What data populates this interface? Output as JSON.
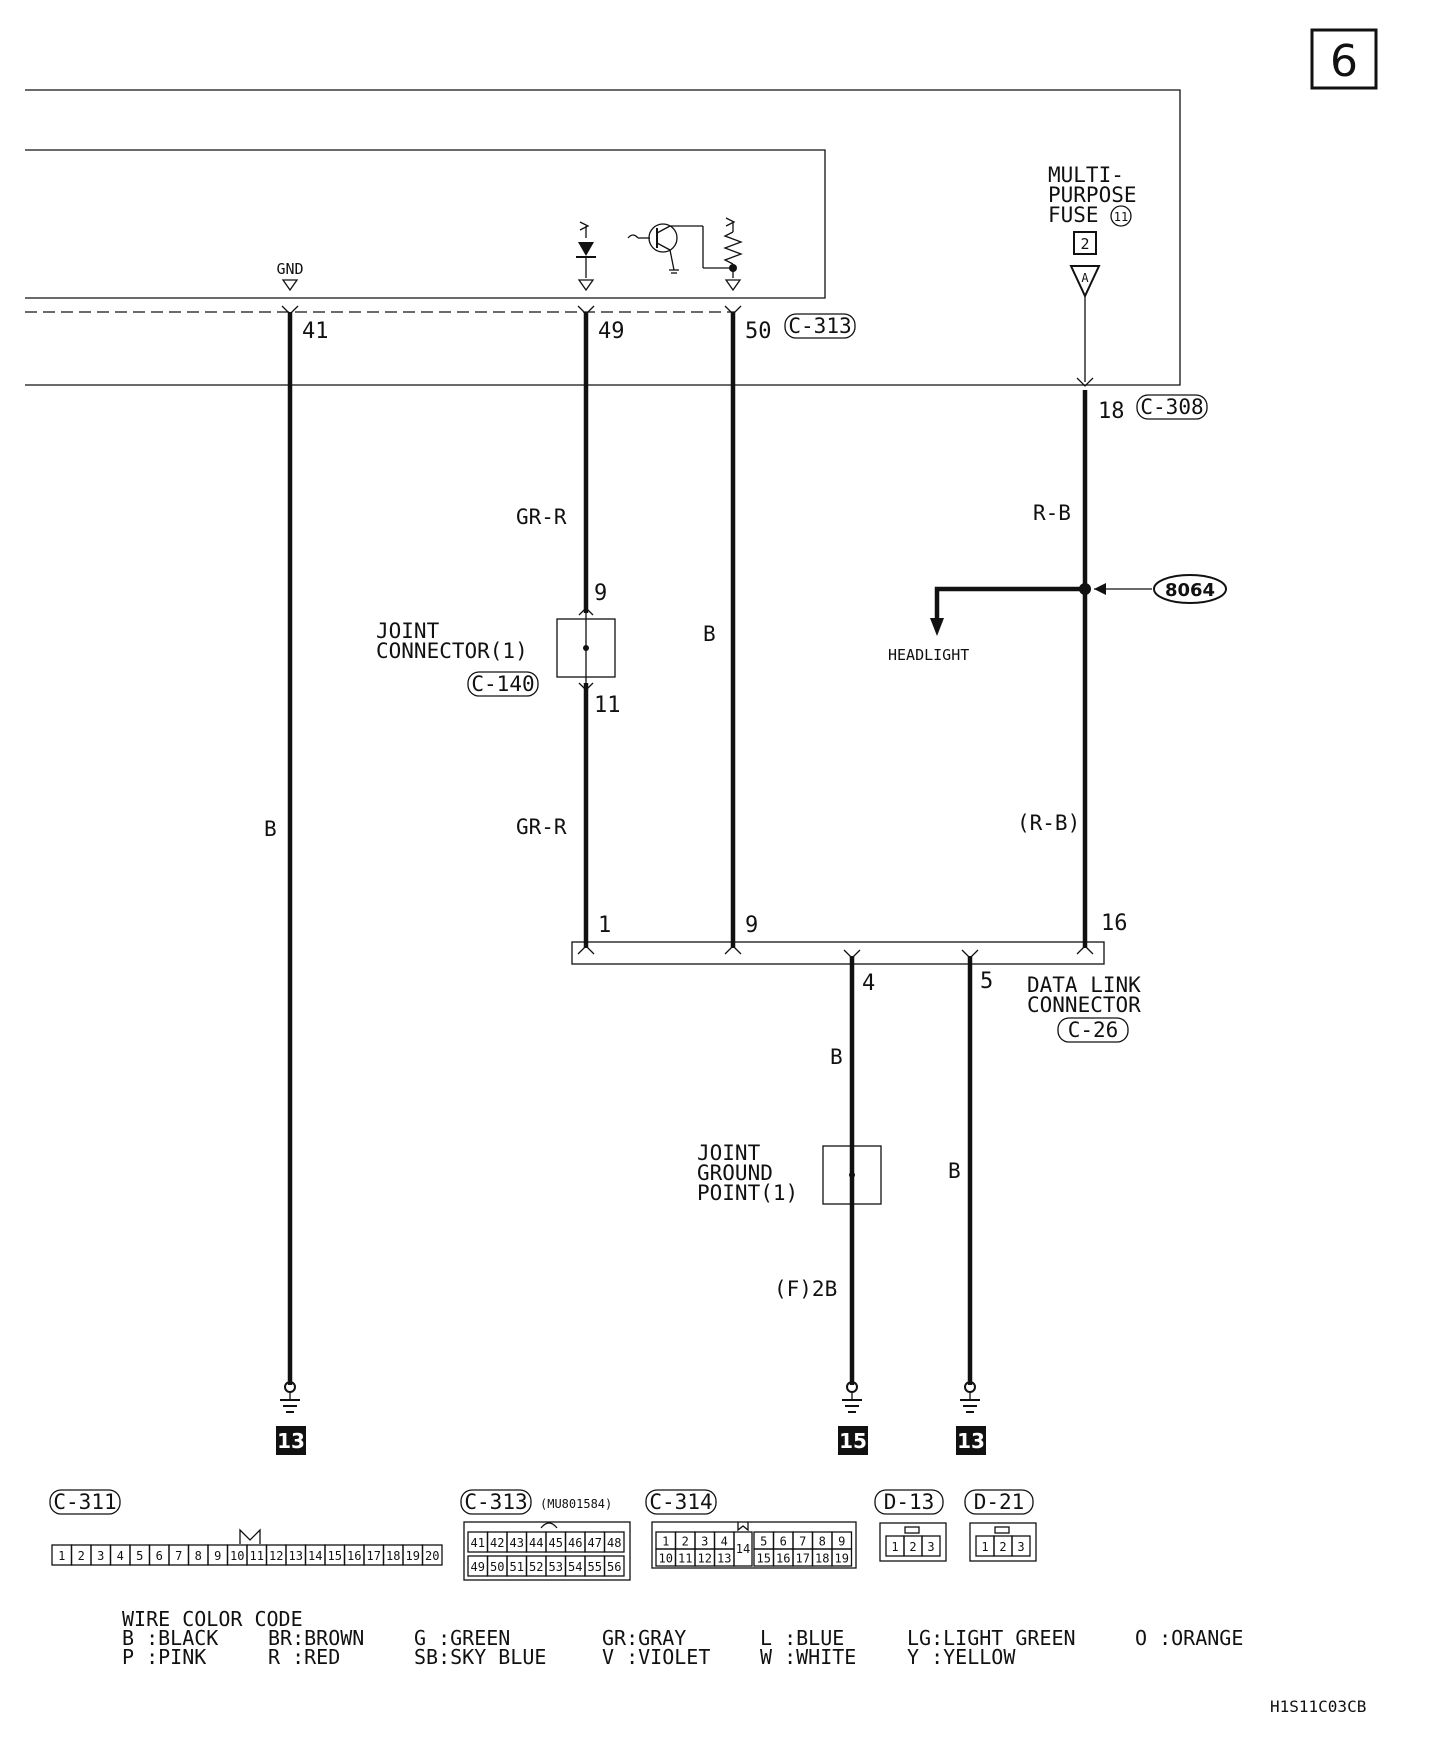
{
  "page_number": "6",
  "labels": {
    "gnd": "GND",
    "fuse_line1": "MULTI-",
    "fuse_line2": "PURPOSE",
    "fuse_line3": "FUSE",
    "fuse_number": "11",
    "fuse_box_number": "2",
    "fuse_pin_letter": "A",
    "headlight": "HEADLIGHT",
    "splice_id": "8064",
    "joint_connector_line1": "JOINT",
    "joint_connector_line2": "CONNECTOR(1)",
    "joint_connector_id": "C-140",
    "dlc_line1": "DATA LINK",
    "dlc_line2": "CONNECTOR",
    "dlc_id": "C-26",
    "jgp_line1": "JOINT",
    "jgp_line2": "GROUND",
    "jgp_line3": "POINT(1)",
    "doc_code": "H1S11C03CB"
  },
  "pins": {
    "p41": "41",
    "p49": "49",
    "p50": "50",
    "c313": "C-313",
    "p18": "18",
    "c308": "C-308",
    "p9_jc": "9",
    "p11_jc": "11",
    "p1": "1",
    "p9_dlc": "9",
    "p16": "16",
    "p4": "4",
    "p5": "5"
  },
  "wire_colors": {
    "w41": "B",
    "w49_top": "GR-R",
    "w49_bottom": "GR-R",
    "w50": "B",
    "w18_top": "R-B",
    "w18_bottom": "(R-B)",
    "w4_top": "B",
    "w4_bottom": "(F)2B",
    "w5": "B"
  },
  "grounds": {
    "g1": "13",
    "g2": "15",
    "g3": "13"
  },
  "connectors": {
    "c311": {
      "label": "C-311",
      "pins": [
        "1",
        "2",
        "3",
        "4",
        "5",
        "6",
        "7",
        "8",
        "9",
        "10",
        "11",
        "12",
        "13",
        "14",
        "15",
        "16",
        "17",
        "18",
        "19",
        "20"
      ]
    },
    "c313": {
      "label": "C-313",
      "part": "(MU801584)",
      "row1": [
        "41",
        "42",
        "43",
        "44",
        "45",
        "46",
        "47",
        "48"
      ],
      "row2": [
        "49",
        "50",
        "51",
        "52",
        "53",
        "54",
        "55",
        "56"
      ]
    },
    "c314": {
      "label": "C-314",
      "row1_left": [
        "1",
        "2",
        "3",
        "4"
      ],
      "middle": "14",
      "row1_right": [
        "5",
        "6",
        "7",
        "8",
        "9"
      ],
      "row2_left": [
        "10",
        "11",
        "12",
        "13"
      ],
      "row2_right": [
        "15",
        "16",
        "17",
        "18",
        "19"
      ]
    },
    "d13": {
      "label": "D-13",
      "pins": [
        "1",
        "2",
        "3"
      ]
    },
    "d21": {
      "label": "D-21",
      "pins": [
        "1",
        "2",
        "3"
      ]
    }
  },
  "wire_color_code": {
    "title": "WIRE COLOR CODE",
    "row1": [
      "B :BLACK",
      "BR:BROWN",
      "G :GREEN",
      "GR:GRAY",
      "L :BLUE",
      "LG:LIGHT GREEN",
      "O :ORANGE"
    ],
    "row2": [
      "P :PINK",
      "R :RED",
      "SB:SKY BLUE",
      "V :VIOLET",
      "W :WHITE",
      "Y :YELLOW"
    ]
  }
}
